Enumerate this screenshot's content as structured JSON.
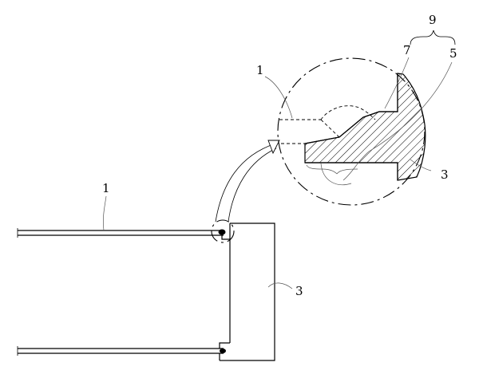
{
  "labels": {
    "glass_main": "1",
    "frame_main": "3",
    "glass_detail": "1",
    "frame_detail": "3",
    "part_7": "7",
    "part_5": "5",
    "group_9": "9"
  }
}
